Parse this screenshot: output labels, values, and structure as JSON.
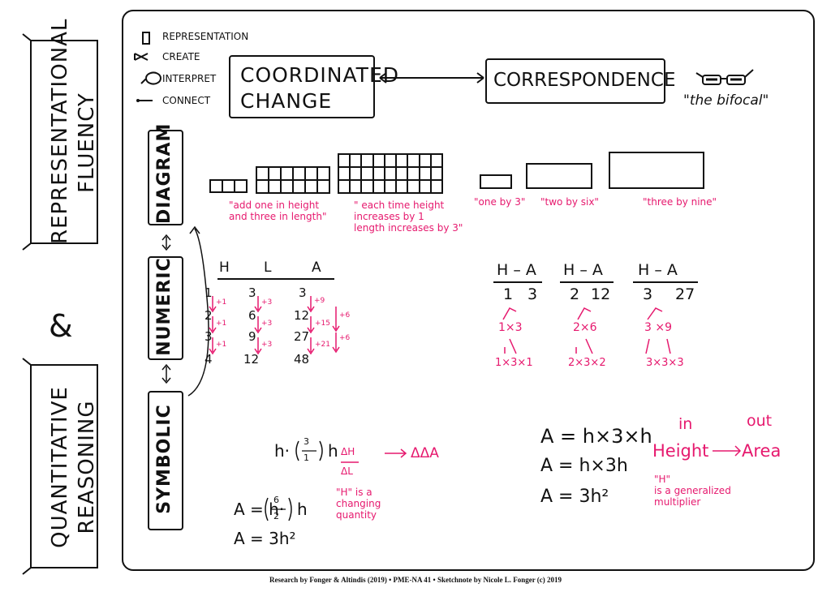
{
  "side_titles": {
    "top": [
      "REPRESENTATIONAL",
      "FLUENCY"
    ],
    "ampersand": "&",
    "bottom": [
      "QUANTITATIVE",
      "REASONING"
    ]
  },
  "legend": {
    "representation": "REPRESENTATION",
    "create": "CREATE",
    "interpret": "INTERPRET",
    "connect": "CONNECT"
  },
  "header": {
    "coordinated_change": [
      "COORDINATED",
      "CHANGE"
    ],
    "correspondence": "CORRESPONDENCE",
    "bifocal": "\"the bifocal\""
  },
  "modes": {
    "diagram": "DIAGRAM",
    "numeric": "NUMERIC",
    "symbolic": "SYMBOLIC"
  },
  "diagram_notes": {
    "cc_note_1": [
      "\"add one in height",
      "and three in length\""
    ],
    "cc_note_2": [
      "\" each time height",
      "increases by 1",
      "length increases by 3\""
    ],
    "one_by_three": "\"one by 3\"",
    "two_by_six": "\"two by six\"",
    "three_by_nine": "\"three by nine\""
  },
  "numeric_table": {
    "headers": [
      "H",
      "L",
      "A"
    ],
    "rows": [
      [
        "1",
        "3",
        "3"
      ],
      [
        "2",
        "6",
        "12"
      ],
      [
        "3",
        "9",
        "27"
      ],
      [
        "4",
        "12",
        "48"
      ]
    ],
    "h_diffs": [
      "+1",
      "+1",
      "+1"
    ],
    "l_diffs": [
      "+3",
      "+3",
      "+3"
    ],
    "a_diffs": [
      "+9",
      "+15",
      "+21"
    ],
    "a_second_diffs": [
      "+6",
      "+6"
    ]
  },
  "correspondence_tables": [
    {
      "header": "H – A",
      "pair": [
        "1",
        "3"
      ],
      "row1": "1×3",
      "row3": "1×3×1"
    },
    {
      "header": "H – A",
      "pair": [
        "2",
        "12"
      ],
      "row1": "2×6",
      "row3": "2×3×2"
    },
    {
      "header": "H – A",
      "pair": [
        "3",
        "27"
      ],
      "row1": "3 ×9",
      "row3": "3×3×3"
    }
  ],
  "symbolic_left": {
    "line1_pre": "h·",
    "line1_frac": [
      "3",
      "1"
    ],
    "line1_post": "h",
    "line2_pre": "A = h·",
    "line2_frac": [
      "6",
      "2"
    ],
    "line2_post": "h",
    "line3": "A = 3h²",
    "delta_num": "ΔH",
    "delta_den": "ΔL",
    "delta_result": "ΔΔA",
    "note": [
      "\"H\" is a",
      "changing",
      "quantity"
    ]
  },
  "symbolic_right": {
    "line1": "A = h×3×h",
    "line2": "A = h×3h",
    "line3": "A = 3h²",
    "in_label": "in",
    "out_label": "out",
    "height": "Height",
    "area": "Area",
    "note": [
      "\"H\"",
      "is a generalized",
      "multiplier"
    ]
  },
  "footer": "Research by Fonger & Altindis (2019) • PME-NA 41 • Sketchnote by Nicole L. Fonger (c) 2019",
  "colors": {
    "ink": "#111111",
    "accent": "#e6196e"
  }
}
